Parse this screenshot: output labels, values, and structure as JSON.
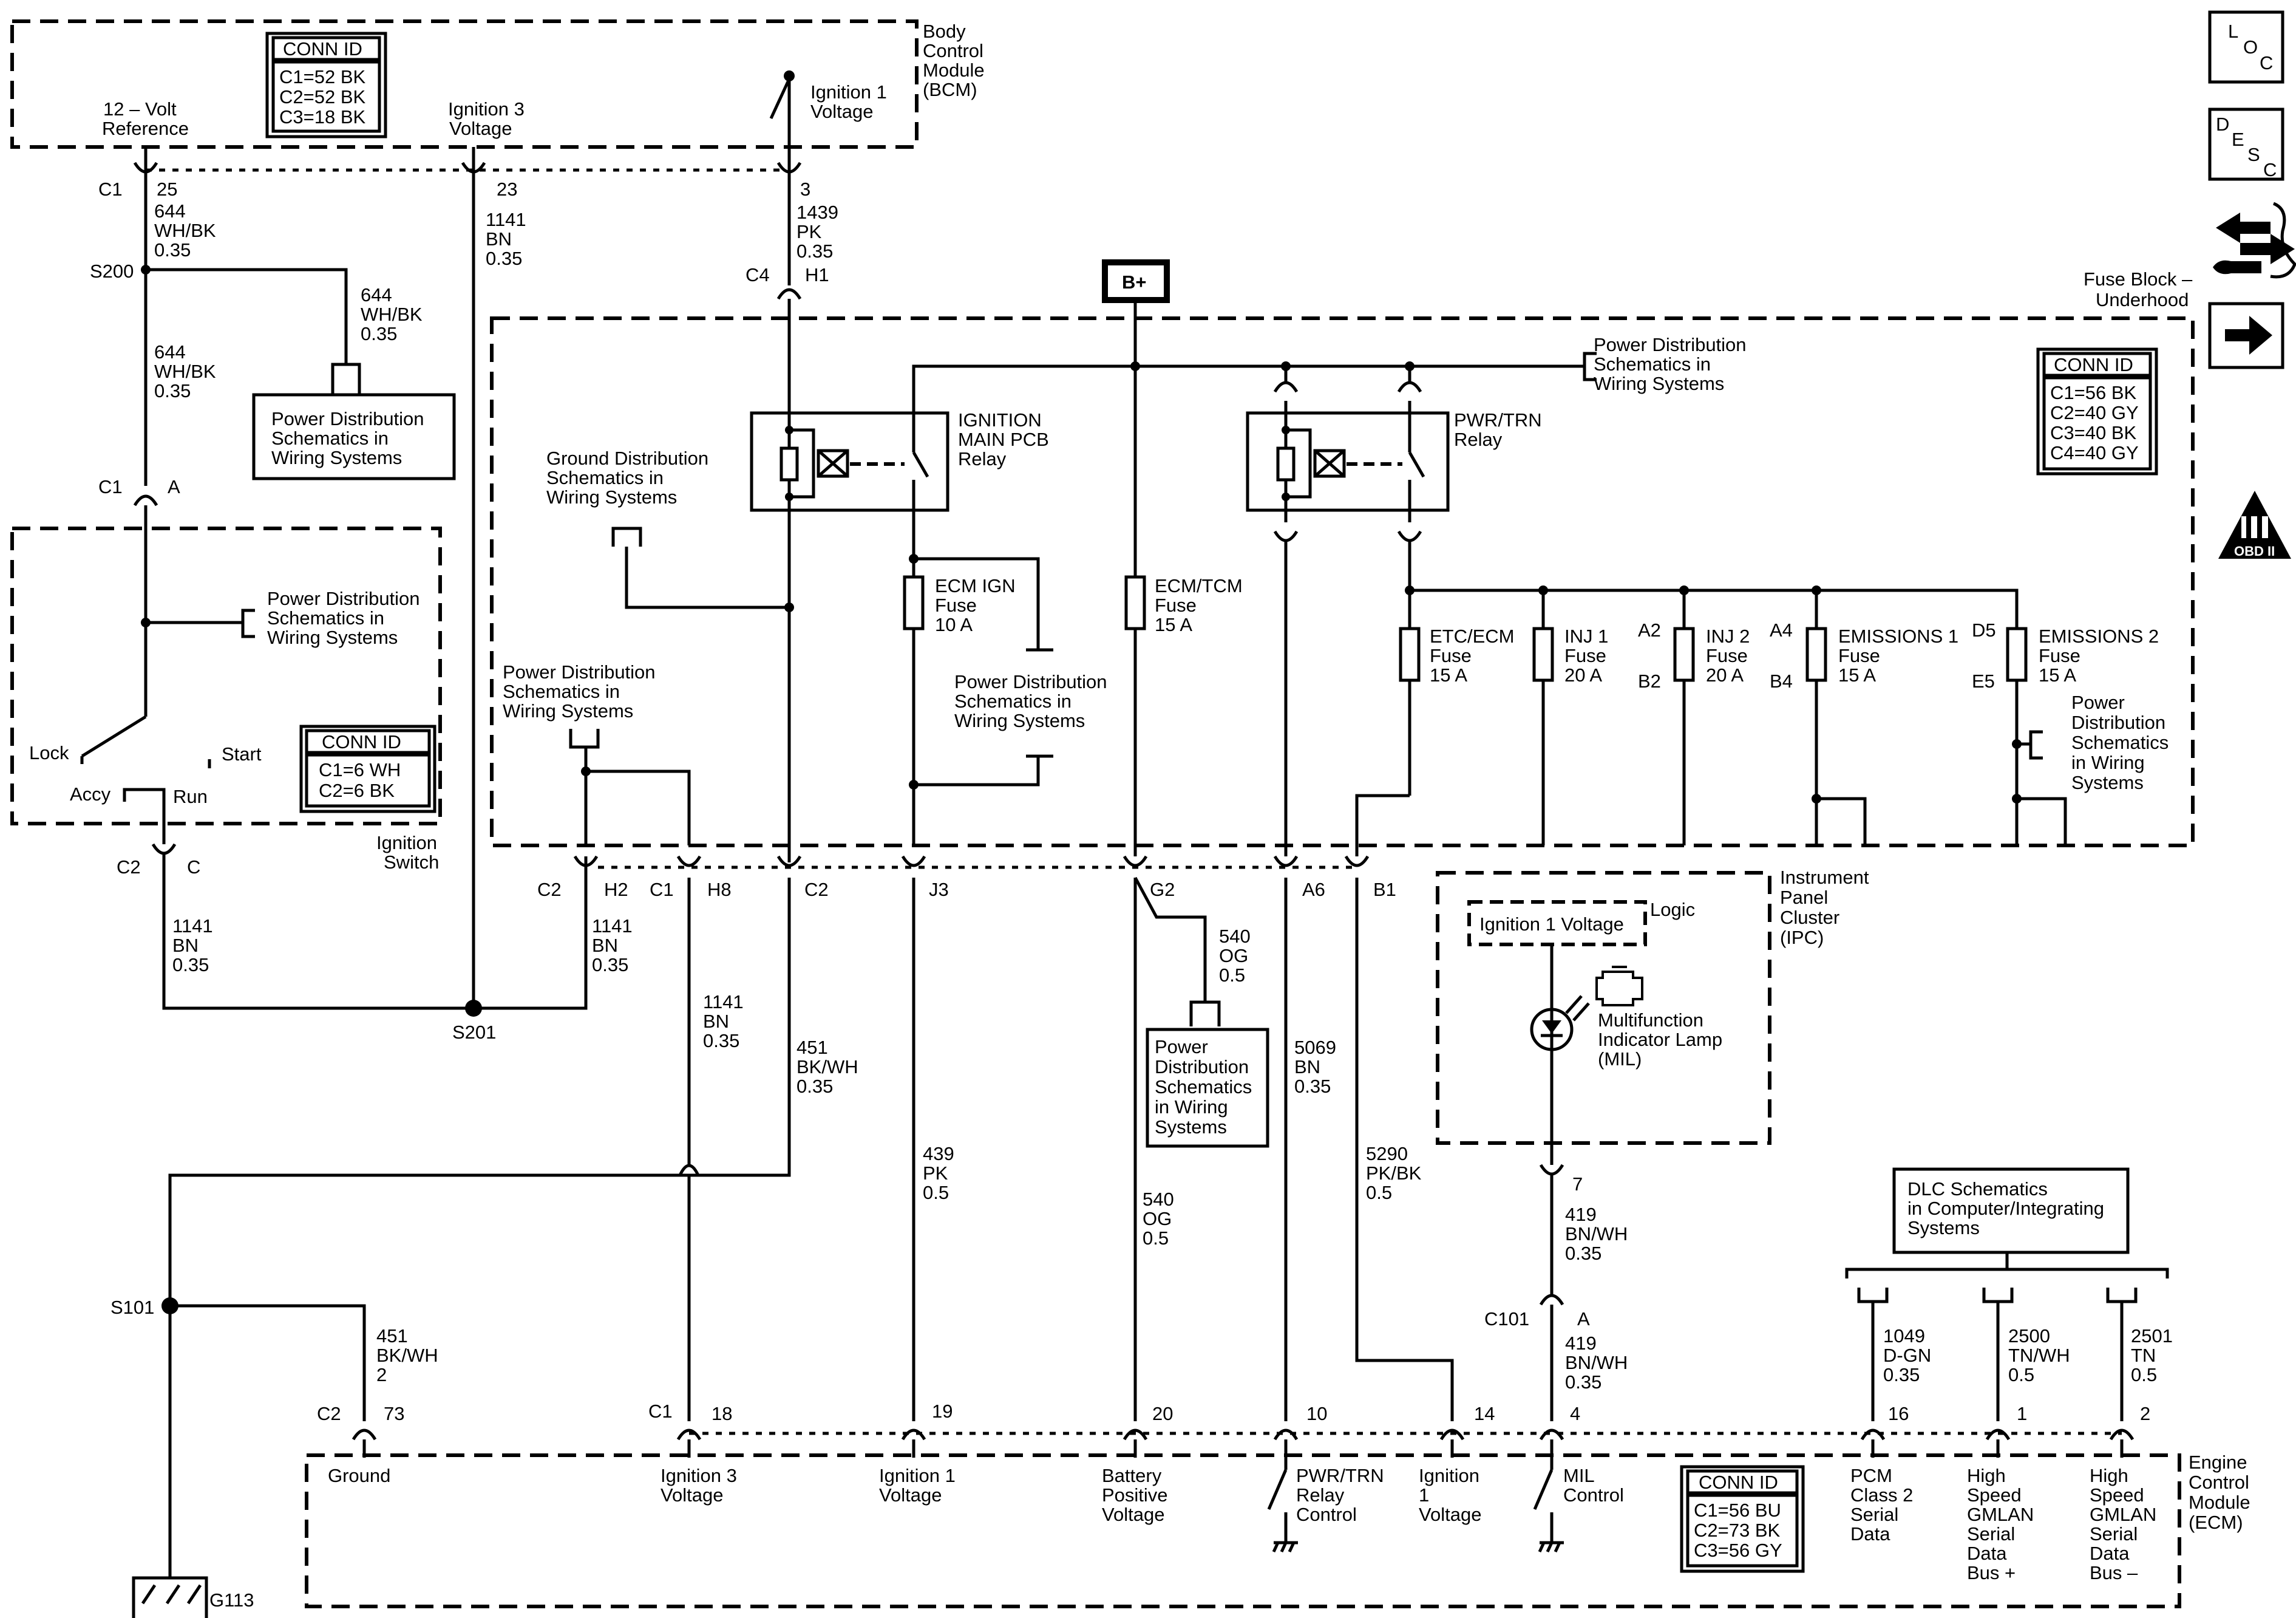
{
  "modules": {
    "bcm": {
      "l1": "Body",
      "l2": "Control",
      "l3": "Module",
      "l4": "(BCM)",
      "conn": {
        "title": "CONN ID",
        "c1": "C1=52 BK",
        "c2": "C2=52 BK",
        "c3": "C3=18 BK"
      }
    },
    "fuse_block": {
      "l1": "Fuse Block –",
      "l2": "Underhood",
      "conn": {
        "title": "CONN ID",
        "c1": "C1=56 BK",
        "c2": "C2=40 GY",
        "c3": "C3=40 BK",
        "c4": "C4=40 GY"
      }
    },
    "ignition_switch": {
      "l1": "Ignition",
      "l2": "Switch",
      "conn": {
        "title": "CONN ID",
        "c1": "C1=6 WH",
        "c2": "C2=6 BK"
      }
    },
    "ipc": {
      "l1": "Instrument",
      "l2": "Panel",
      "l3": "Cluster",
      "l4": "(IPC)"
    },
    "ecm": {
      "l1": "Engine",
      "l2": "Control",
      "l3": "Module",
      "l4": "(ECM)",
      "conn": {
        "title": "CONN ID",
        "c1": "C1=56 BU",
        "c2": "C2=73 BK",
        "c3": "C3=56 GY"
      }
    }
  },
  "side_icons": {
    "loc_l": "L",
    "loc_o": "O",
    "loc_c": "C",
    "desc_d": "D",
    "desc_e": "E",
    "desc_s": "S",
    "desc_c": "C",
    "obd": "OBD II"
  },
  "bplus": "B+",
  "bcm_pins": {
    "ref12_l1": "12 – Volt",
    "ref12_l2": "Reference",
    "ign3_l1": "Ignition 3",
    "ign3_l2": "Voltage",
    "ign1_l1": "Ignition 1",
    "ign1_l2": "Voltage"
  },
  "connectors": {
    "c1_25": "C1",
    "p25": "25",
    "p23": "23",
    "p3": "3",
    "c4": "C4",
    "h1": "H1",
    "c1_a": "C1",
    "a": "A",
    "c2_c": "C2",
    "c": "C",
    "c2_h2": "C2",
    "h2": "H2",
    "c1_h8": "C1",
    "h8": "H8",
    "c2_top": "C2",
    "j3": "J3",
    "g2": "G2",
    "a6": "A6",
    "b1": "B1",
    "p7": "7",
    "c101": "C101",
    "c101a": "A",
    "c2_73": "C2",
    "p73": "73",
    "c1_18": "C1",
    "p18": "18",
    "p19": "19",
    "p20": "20",
    "p10": "10",
    "p14": "14",
    "p4": "4",
    "p16": "16",
    "p1": "1",
    "p2": "2",
    "a2": "A2",
    "b2": "B2",
    "a4": "A4",
    "b4": "B4",
    "d5": "D5",
    "e5": "E5"
  },
  "splices": {
    "s200": "S200",
    "s201": "S201",
    "s101": "S101",
    "g113": "G113"
  },
  "wires": {
    "w644a": {
      "n": "644",
      "c": "WH/BK",
      "g": "0.35"
    },
    "w644b": {
      "n": "644",
      "c": "WH/BK",
      "g": "0.35"
    },
    "w644c": {
      "n": "644",
      "c": "WH/BK",
      "g": "0.35"
    },
    "w1141a": {
      "n": "1141",
      "c": "BN",
      "g": "0.35"
    },
    "w1439": {
      "n": "1439",
      "c": "PK",
      "g": "0.35"
    },
    "w1141b": {
      "n": "1141",
      "c": "BN",
      "g": "0.35"
    },
    "w1141c": {
      "n": "1141",
      "c": "BN",
      "g": "0.35"
    },
    "w1141d": {
      "n": "1141",
      "c": "BN",
      "g": "0.35"
    },
    "w451a": {
      "n": "451",
      "c": "BK/WH",
      "g": "0.35"
    },
    "w451b": {
      "n": "451",
      "c": "BK/WH",
      "g": "2"
    },
    "w540a": {
      "n": "540",
      "c": "OG",
      "g": "0.5"
    },
    "w540b": {
      "n": "540",
      "c": "OG",
      "g": "0.5"
    },
    "w439": {
      "n": "439",
      "c": "PK",
      "g": "0.5"
    },
    "w5069": {
      "n": "5069",
      "c": "BN",
      "g": "0.35"
    },
    "w5290": {
      "n": "5290",
      "c": "PK/BK",
      "g": "0.5"
    },
    "w419a": {
      "n": "419",
      "c": "BN/WH",
      "g": "0.35"
    },
    "w419b": {
      "n": "419",
      "c": "BN/WH",
      "g": "0.35"
    },
    "w1049": {
      "n": "1049",
      "c": "D-GN",
      "g": "0.35"
    },
    "w2500": {
      "n": "2500",
      "c": "TN/WH",
      "g": "0.5"
    },
    "w2501": {
      "n": "2501",
      "c": "TN",
      "g": "0.5"
    }
  },
  "fuses": {
    "ecm_ign": {
      "l1": "ECM IGN",
      "l2": "Fuse",
      "l3": "10 A"
    },
    "ecm_tcm": {
      "l1": "ECM/TCM",
      "l2": "Fuse",
      "l3": "15 A"
    },
    "etc_ecm": {
      "l1": "ETC/ECM",
      "l2": "Fuse",
      "l3": "15 A"
    },
    "inj1": {
      "l1": "INJ 1",
      "l2": "Fuse",
      "l3": "20 A"
    },
    "inj2": {
      "l1": "INJ 2",
      "l2": "Fuse",
      "l3": "20 A"
    },
    "em1": {
      "l1": "EMISSIONS 1",
      "l2": "Fuse",
      "l3": "15 A"
    },
    "em2": {
      "l1": "EMISSIONS 2",
      "l2": "Fuse",
      "l3": "15 A"
    }
  },
  "relays": {
    "ign_main": {
      "l1": "IGNITION",
      "l2": "MAIN PCB",
      "l3": "Relay"
    },
    "pwr_trn": {
      "l1": "PWR/TRN",
      "l2": "Relay"
    }
  },
  "refs": {
    "pd_bcm": {
      "l1": "Power Distribution",
      "l2": "Schematics in",
      "l3": "Wiring Systems"
    },
    "pd_sw": {
      "l1": "Power Distribution",
      "l2": "Schematics in",
      "l3": "Wiring Systems"
    },
    "pd_h2": {
      "l1": "Power Distribution",
      "l2": "Schematics in",
      "l3": "Wiring Systems"
    },
    "gd": {
      "l1": "Ground Distribution",
      "l2": "Schematics in",
      "l3": "Wiring Systems"
    },
    "pd_ecmign": {
      "l1": "Power Distribution",
      "l2": "Schematics in",
      "l3": "Wiring Systems"
    },
    "pd_top": {
      "l1": "Power Distribution",
      "l2": "Schematics in",
      "l3": "Wiring Systems"
    },
    "pd_g2": {
      "l1": "Power",
      "l2": "Distribution",
      "l3": "Schematics",
      "l4": "in Wiring",
      "l5": "Systems"
    },
    "pd_em2": {
      "l1": "Power",
      "l2": "Distribution",
      "l3": "Schematics",
      "l4": "in Wiring",
      "l5": "Systems"
    },
    "dlc": {
      "l1": "DLC Schematics",
      "l2": "in Computer/Integrating",
      "l3": "Systems"
    }
  },
  "switch": {
    "lock": "Lock",
    "start": "Start",
    "accy": "Accy",
    "run": "Run"
  },
  "ipc_int": {
    "ign1": "Ignition 1 Voltage",
    "logic": "Logic",
    "mil_l1": "Multifunction",
    "mil_l2": "Indicator Lamp",
    "mil_l3": "(MIL)"
  },
  "ecm_pins": {
    "ground": "Ground",
    "ign3_l1": "Ignition 3",
    "ign3_l2": "Voltage",
    "ign1_l1": "Ignition 1",
    "ign1_l2": "Voltage",
    "batt_l1": "Battery",
    "batt_l2": "Positive",
    "batt_l3": "Voltage",
    "pwr_l1": "PWR/TRN",
    "pwr_l2": "Relay",
    "pwr_l3": "Control",
    "ign1b_l1": "Ignition",
    "ign1b_l2": "1",
    "ign1b_l3": "Voltage",
    "mil_l1": "MIL",
    "mil_l2": "Control",
    "pcm_l1": "PCM",
    "pcm_l2": "Class 2",
    "pcm_l3": "Serial",
    "pcm_l4": "Data",
    "hsp_l1": "High",
    "hsp_l2": "Speed",
    "hsp_l3": "GMLAN",
    "hsp_l4": "Serial",
    "hsp_l5": "Data",
    "hsp_l6": "Bus +",
    "hsm_l1": "High",
    "hsm_l2": "Speed",
    "hsm_l3": "GMLAN",
    "hsm_l4": "Serial",
    "hsm_l5": "Data",
    "hsm_l6": "Bus –"
  }
}
